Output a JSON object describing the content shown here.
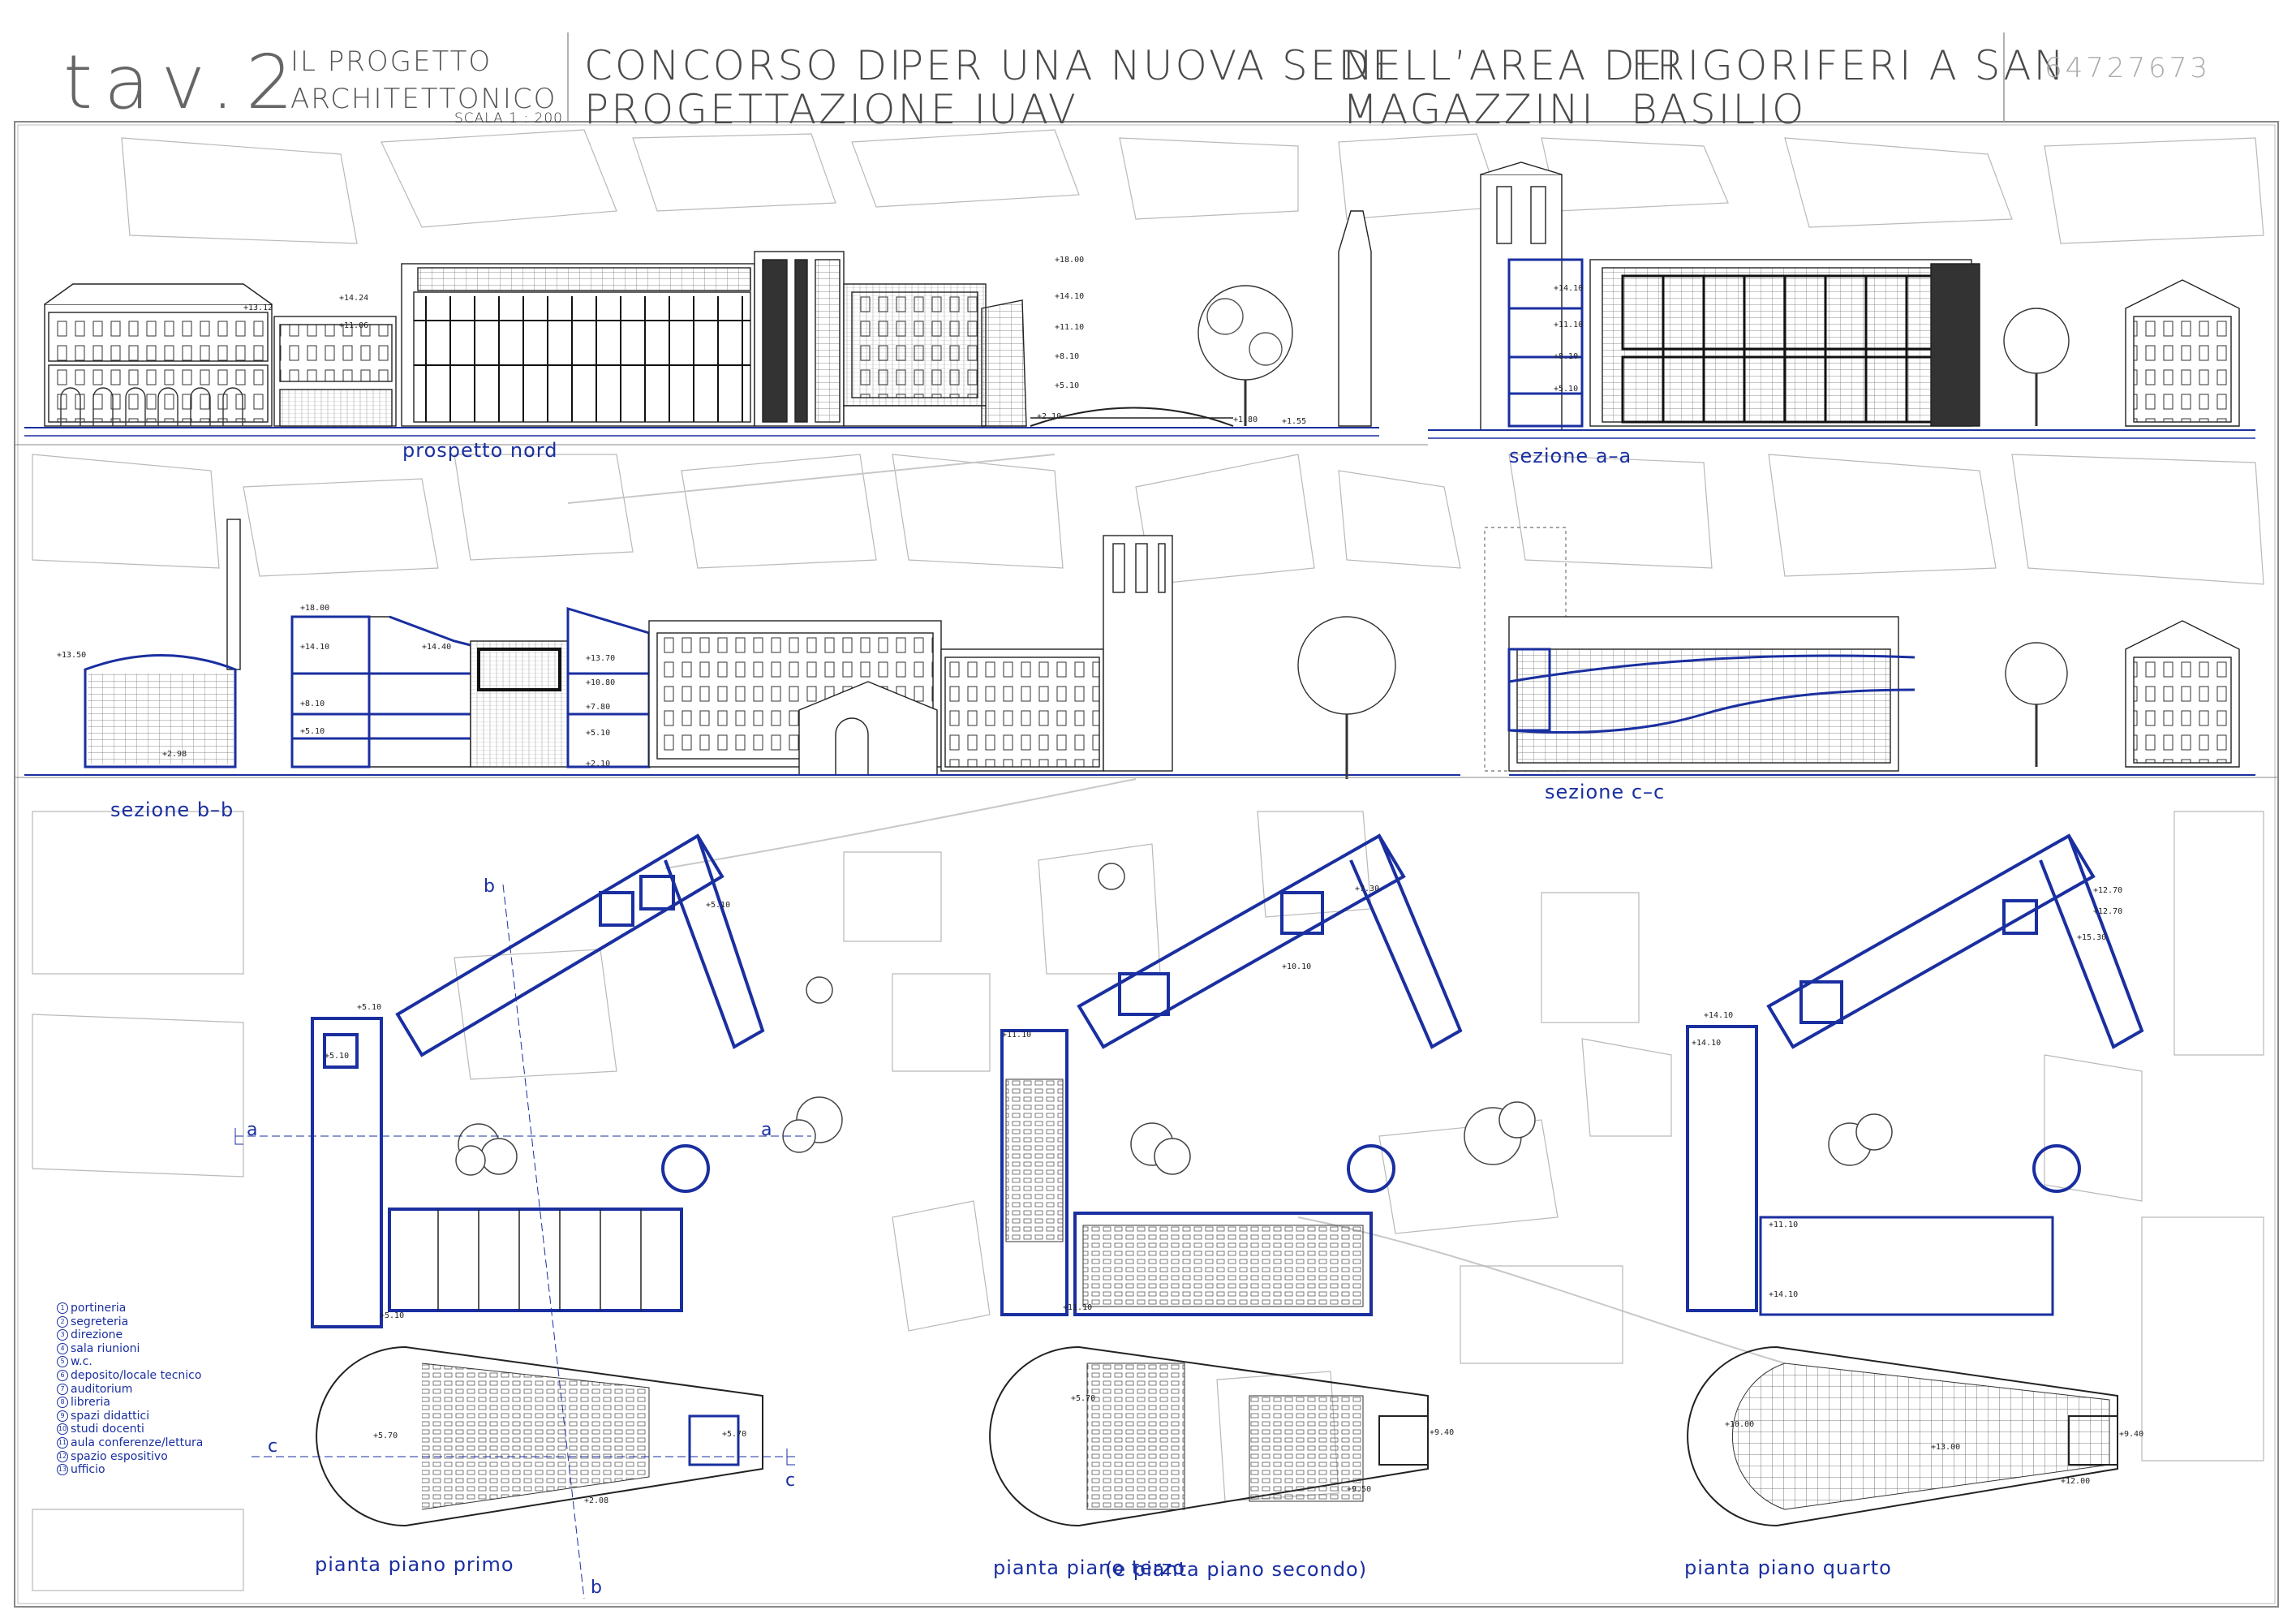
{
  "header": {
    "tav": "tav.2",
    "subtitle_line1": "IL PROGETTO",
    "subtitle_line2": "ARCHITETTONICO",
    "scale": "SCALA 1 : 200",
    "title_blocks": [
      {
        "line1": "CONCORSO DI",
        "line2": "PROGETTAZIONE IUAV"
      },
      {
        "line1": "PER UNA NUOVA SEDE",
        "line2": ""
      },
      {
        "line1": "NELL’AREA DEI",
        "line2": "MAGAZZINI"
      },
      {
        "line1": "FRIGORIFERI A SAN",
        "line2": "BASILIO"
      }
    ],
    "code": "64727673"
  },
  "drawings": {
    "prospetto_nord": "prospetto nord",
    "sezione_aa": "sezione a–a",
    "sezione_bb": "sezione b–b",
    "sezione_cc": "sezione c–c",
    "pianta_primo": "pianta piano primo",
    "pianta_terzo": "pianta piano terzo",
    "pianta_secondo": "(e pianta piano secondo)",
    "pianta_quarto": "pianta piano quarto"
  },
  "section_markers": {
    "a_left": "a",
    "a_right": "a",
    "b_top": "b",
    "b_bottom": "b",
    "c_left": "c",
    "c_right": "c"
  },
  "legend": [
    {
      "n": "1",
      "label": "portineria"
    },
    {
      "n": "2",
      "label": "segreteria"
    },
    {
      "n": "3",
      "label": "direzione"
    },
    {
      "n": "4",
      "label": "sala riunioni"
    },
    {
      "n": "5",
      "label": "w.c."
    },
    {
      "n": "6",
      "label": "deposito/locale tecnico"
    },
    {
      "n": "7",
      "label": "auditorium"
    },
    {
      "n": "8",
      "label": "libreria"
    },
    {
      "n": "9",
      "label": "spazi didattici"
    },
    {
      "n": "10",
      "label": "studi docenti"
    },
    {
      "n": "11",
      "label": "aula conferenze/lettura"
    },
    {
      "n": "12",
      "label": "spazio espositivo"
    },
    {
      "n": "13",
      "label": "ufficio"
    }
  ],
  "elevations": {
    "pn_1": "+18.00",
    "pn_2": "+14.10",
    "pn_3": "+11.10",
    "pn_4": "+8.10",
    "pn_5": "+5.10",
    "pn_6": "+14.24",
    "pn_7": "+11.06",
    "pn_8": "+13.12",
    "pn_9": "+1.80",
    "pn_10": "+1.55",
    "pn_11": "+2.10",
    "bb_1": "+18.00",
    "bb_2": "+14.10",
    "bb_3": "+14.40",
    "bb_4": "+13.70",
    "bb_5": "+8.10",
    "bb_6": "+5.10",
    "bb_7": "+2.10",
    "bb_8": "+13.50",
    "bb_9": "+2.98",
    "bb_10": "+7.80",
    "bb_11": "+10.80",
    "bb_12": "+5.10",
    "aa_1": "+14.10",
    "aa_2": "+11.10",
    "aa_3": "+8.10",
    "aa_4": "+5.10",
    "p1_1": "+5.10",
    "p1_2": "+5.10",
    "p1_3": "+5.10",
    "p1_4": "+5.10",
    "p1_5": "+5.70",
    "p1_6": "+5.70",
    "p1_7": "+2.08",
    "p3_1": "+7.30",
    "p3_2": "+10.10",
    "p3_3": "+11.10",
    "p3_4": "+11.10",
    "p3_5": "+5.70",
    "p3_6": "+9.50",
    "p3_7": "+9.40",
    "p4_1": "+12.70",
    "p4_2": "+15.30",
    "p4_3": "+14.10",
    "p4_4": "+14.10",
    "p4_5": "+11.10",
    "p4_6": "+14.10",
    "p4_7": "+10.00",
    "p4_8": "+13.00",
    "p4_9": "+12.00",
    "p4_10": "+9.40",
    "p4_11": "+12.70"
  },
  "colors": {
    "accent": "#1a2fa0",
    "line": "#222222",
    "context": "#b5b5b5"
  }
}
